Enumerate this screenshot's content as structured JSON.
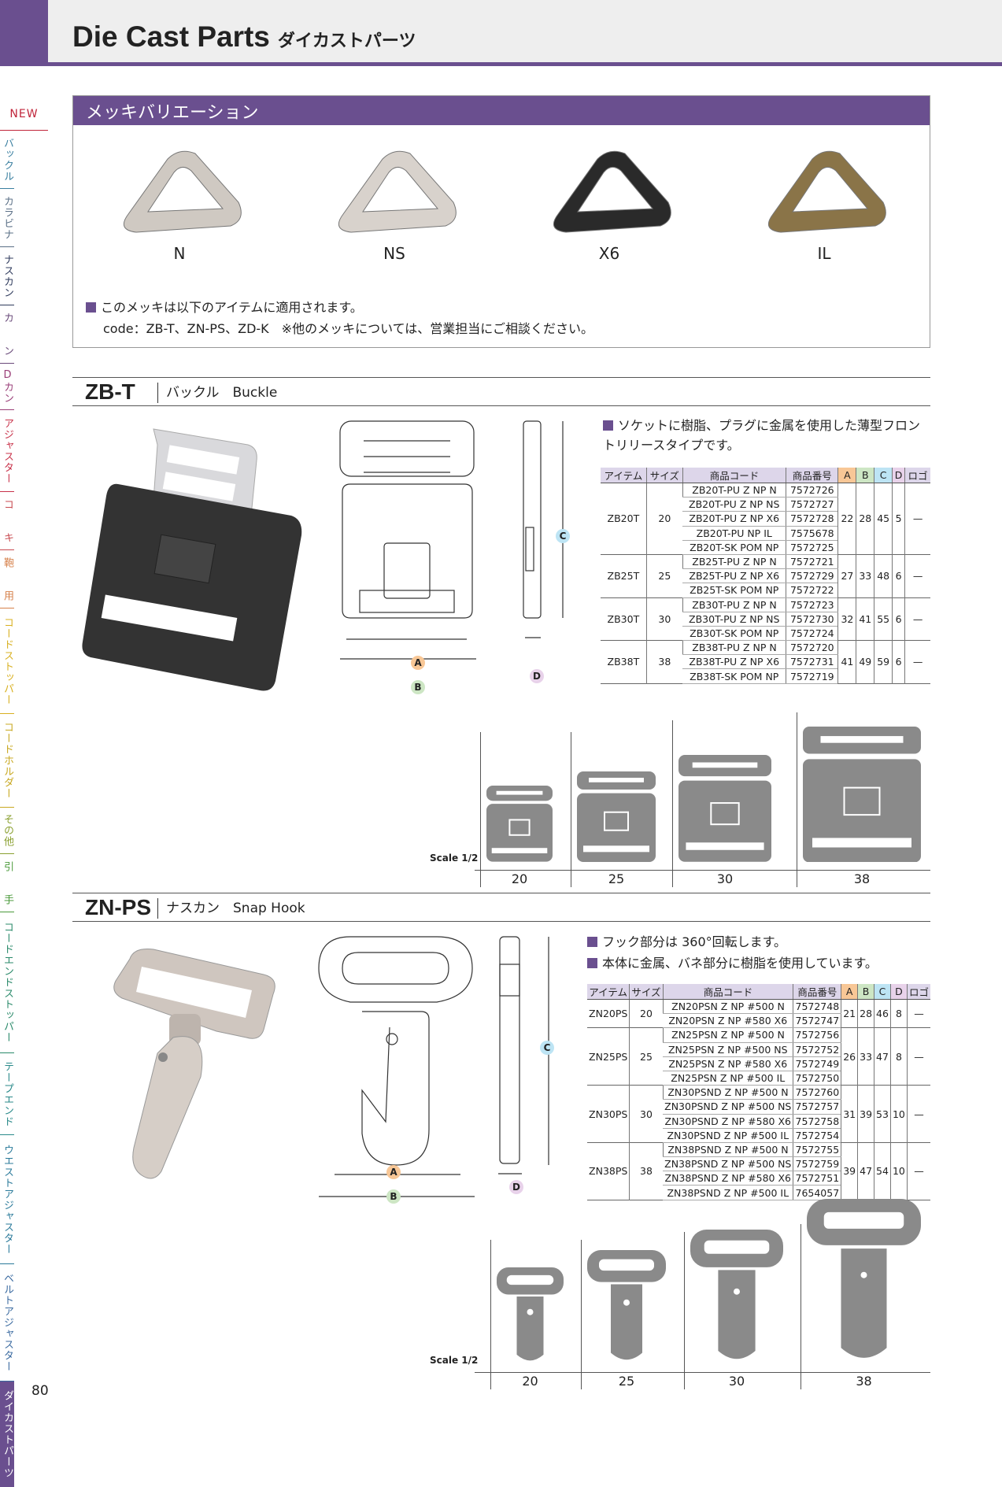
{
  "header": {
    "title": "Die Cast Parts",
    "subtitle": "ダイカストパーツ"
  },
  "colors": {
    "accent": "#6a4f8f",
    "header_bg": "#eeeeee",
    "col_a": "#f8c796",
    "col_b": "#cde6c4",
    "col_c": "#bde4f4",
    "col_d": "#e8d2ea",
    "col_other": "#ddd6ea"
  },
  "sidebar": [
    {
      "label": "NEW",
      "color": "#c0243a"
    },
    {
      "label": "バックル",
      "color": "#3a7fa0"
    },
    {
      "label": "カラビナ",
      "color": "#5a6f86"
    },
    {
      "label": "ナスカン",
      "color": "#2e3a5c"
    },
    {
      "label": "カ　　ン",
      "color": "#6a4a7a"
    },
    {
      "label": "Dカン",
      "color": "#9a3e78"
    },
    {
      "label": "アジャスター",
      "color": "#c8324a"
    },
    {
      "label": "コ　　キ",
      "color": "#c84a50"
    },
    {
      "label": "鞄　　用",
      "color": "#d6804a"
    },
    {
      "label": "コードストッパー",
      "color": "#d8b020"
    },
    {
      "label": "コードホルダー",
      "color": "#c8a820"
    },
    {
      "label": "その他",
      "color": "#8aa030"
    },
    {
      "label": "引　　手",
      "color": "#4a9a3a"
    },
    {
      "label": "コードエンドストッパー",
      "color": "#2a8a6a"
    },
    {
      "label": "テープエンド",
      "color": "#2a8a8a"
    },
    {
      "label": "ウエストアジャスター",
      "color": "#2a7a9a"
    },
    {
      "label": "ベルトアジャスター",
      "color": "#3a6aa0"
    },
    {
      "label": "ダイカストパーツ",
      "color": "#ffffff",
      "active": true
    }
  ],
  "page_number": "80",
  "plating": {
    "heading": "メッキバリエーション",
    "variants": [
      {
        "label": "N",
        "color": "#cfc9c2"
      },
      {
        "label": "NS",
        "color": "#d8d2cc"
      },
      {
        "label": "X6",
        "color": "#2a2a2a"
      },
      {
        "label": "IL",
        "color": "#8a7448"
      }
    ],
    "note1": "このメッキは以下のアイテムに適用されます。",
    "note2": "code：ZB-T、ZN-PS、ZD-K　※他のメッキについては、営業担当にご相談ください。"
  },
  "columns": [
    "アイテム",
    "サイズ",
    "商品コード",
    "商品番号",
    "A",
    "B",
    "C",
    "D",
    "ロゴ"
  ],
  "zbt": {
    "code": "ZB-T",
    "name": "バックル　Buckle",
    "notes": [
      "ソケットに樹脂、プラグに金属を使用した薄型フロントリリースタイプです。"
    ],
    "groups": [
      {
        "item": "ZB20T",
        "size": "20",
        "A": "22",
        "B": "28",
        "C": "45",
        "D": "5",
        "logo": "—",
        "rows": [
          [
            "ZB20T-PU Z NP N",
            "7572726"
          ],
          [
            "ZB20T-PU Z NP NS",
            "7572727"
          ],
          [
            "ZB20T-PU Z NP X6",
            "7572728"
          ],
          [
            "ZB20T-PU NP IL",
            "7575678"
          ],
          [
            "ZB20T-SK POM NP",
            "7572725"
          ]
        ]
      },
      {
        "item": "ZB25T",
        "size": "25",
        "A": "27",
        "B": "33",
        "C": "48",
        "D": "6",
        "logo": "—",
        "rows": [
          [
            "ZB25T-PU Z NP N",
            "7572721"
          ],
          [
            "ZB25T-PU Z NP X6",
            "7572729"
          ],
          [
            "ZB25T-SK POM NP",
            "7572722"
          ]
        ]
      },
      {
        "item": "ZB30T",
        "size": "30",
        "A": "32",
        "B": "41",
        "C": "55",
        "D": "6",
        "logo": "—",
        "rows": [
          [
            "ZB30T-PU Z NP N",
            "7572723"
          ],
          [
            "ZB30T-PU Z NP NS",
            "7572730"
          ],
          [
            "ZB30T-SK POM NP",
            "7572724"
          ]
        ]
      },
      {
        "item": "ZB38T",
        "size": "38",
        "A": "41",
        "B": "49",
        "C": "59",
        "D": "6",
        "logo": "—",
        "rows": [
          [
            "ZB38T-PU Z NP N",
            "7572720"
          ],
          [
            "ZB38T-PU Z NP X6",
            "7572731"
          ],
          [
            "ZB38T-SK POM NP",
            "7572719"
          ]
        ]
      }
    ],
    "scale": "Scale 1/2",
    "sizes": [
      "20",
      "25",
      "30",
      "38"
    ]
  },
  "znps": {
    "code": "ZN-PS",
    "name": "ナスカン　Snap Hook",
    "notes": [
      "フック部分は 360°回転します。",
      "本体に金属、バネ部分に樹脂を使用しています。"
    ],
    "groups": [
      {
        "item": "ZN20PS",
        "size": "20",
        "A": "21",
        "B": "28",
        "C": "46",
        "D": "8",
        "logo": "—",
        "rows": [
          [
            "ZN20PSN Z NP #500 N",
            "7572748"
          ],
          [
            "ZN20PSN Z NP #580 X6",
            "7572747"
          ]
        ]
      },
      {
        "item": "ZN25PS",
        "size": "25",
        "A": "26",
        "B": "33",
        "C": "47",
        "D": "8",
        "logo": "—",
        "rows": [
          [
            "ZN25PSN Z NP #500 N",
            "7572756"
          ],
          [
            "ZN25PSN Z NP #500 NS",
            "7572752"
          ],
          [
            "ZN25PSN Z NP #580 X6",
            "7572749"
          ],
          [
            "ZN25PSN Z NP #500 IL",
            "7572750"
          ]
        ]
      },
      {
        "item": "ZN30PS",
        "size": "30",
        "A": "31",
        "B": "39",
        "C": "53",
        "D": "10",
        "logo": "—",
        "rows": [
          [
            "ZN30PSND Z NP #500 N",
            "7572760"
          ],
          [
            "ZN30PSND Z NP #500 NS",
            "7572757"
          ],
          [
            "ZN30PSND Z NP #580 X6",
            "7572758"
          ],
          [
            "ZN30PSND Z NP #500 IL",
            "7572754"
          ]
        ]
      },
      {
        "item": "ZN38PS",
        "size": "38",
        "A": "39",
        "B": "47",
        "C": "54",
        "D": "10",
        "logo": "—",
        "rows": [
          [
            "ZN38PSND Z NP #500 N",
            "7572755"
          ],
          [
            "ZN38PSND Z NP #500 NS",
            "7572759"
          ],
          [
            "ZN38PSND Z NP #580 X6",
            "7572751"
          ],
          [
            "ZN38PSND Z NP #500 IL",
            "7654057"
          ]
        ]
      }
    ],
    "scale": "Scale 1/2",
    "sizes": [
      "20",
      "25",
      "30",
      "38"
    ]
  },
  "dims": {
    "a": "A",
    "b": "B",
    "c": "C",
    "d": "D"
  }
}
